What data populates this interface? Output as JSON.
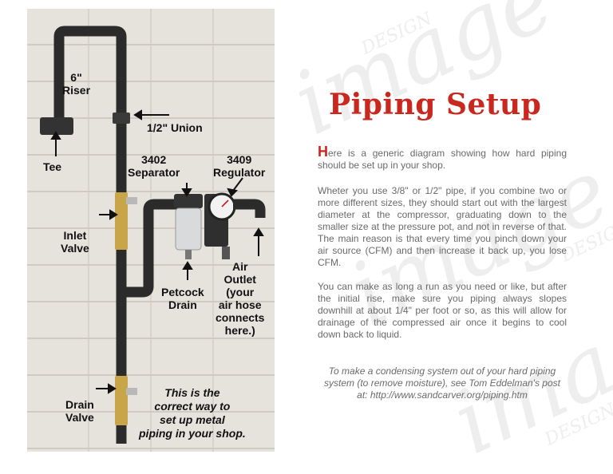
{
  "watermark": {
    "text": "image",
    "subtext": "DESIGN"
  },
  "photo": {
    "labels": {
      "riser": "6\"\nRiser",
      "tee": "Tee",
      "union": "1/2\" Union",
      "separator": "3402\nSeparator",
      "regulator": "3409\nRegulator",
      "inlet_valve": "Inlet\nValve",
      "petcock_drain": "Petcock\nDrain",
      "air_outlet": "Air\nOutlet\n(your\nair hose\nconnects\nhere.)",
      "drain_valve": "Drain\nValve"
    },
    "caption": "This is the\ncorrect way to\nset up metal\npiping in your shop."
  },
  "article": {
    "title": "Piping Setup",
    "paragraph1_initial": "H",
    "paragraph1_rest": "ere is a generic diagram showing how hard piping should be set up in your shop.",
    "paragraph2": "Wheter you use 3/8\" or 1/2\" pipe, if you combine two or more different sizes, they should start out with the largest diameter at the compressor, graduating down to the smaller size at the pressure pot, and not in reverse of that. The main reason is that every time you pinch down your air source (CFM) and then increase it back up, you lose CFM.",
    "paragraph3": "You can make as long a run as you need or like, but after the initial rise, make sure you piping always slopes downhill at about 1/4\" per foot or so, as this will allow for drainage of the compressed air once it begins to cool down back to liquid.",
    "note": "To make a condensing system out of your hard piping system (to remove moisture), see Tom Eddelman's post at: http://www.sandcarver.org/piping.htm"
  },
  "colors": {
    "accent": "#c8281e",
    "body_text": "#6a6a6a",
    "pipe": "#2b2b2b",
    "brass": "#c9a54a"
  }
}
